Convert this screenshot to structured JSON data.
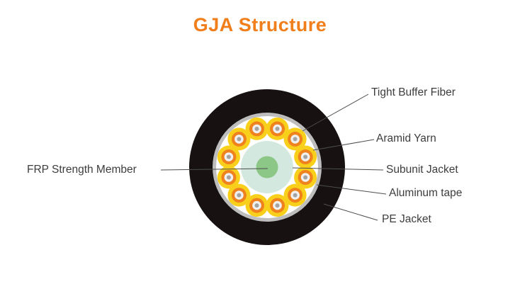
{
  "title": "GJA Structure",
  "labels": {
    "frp": "FRP Strength Member",
    "tight_buffer": "Tight Buffer Fiber",
    "aramid": "Aramid Yarn",
    "subunit": "Subunit Jacket",
    "aluminum": "Aluminum tape",
    "pe": "PE Jacket"
  },
  "colors": {
    "title": "#f07e1b",
    "pe_jacket": "#171111",
    "aluminum_tape": "#bdbdbd",
    "aramid_yarn": "#ffffff",
    "fiber_outer": "#f8d01b",
    "fiber_ring": "#f0821e",
    "fiber_inner": "#f0f0f0",
    "fiber_core": "#a3a3a3",
    "subunit_jacket": "#d3e9e0",
    "frp_member": "#8dc787",
    "leader_line": "#4d4d4d"
  }
}
